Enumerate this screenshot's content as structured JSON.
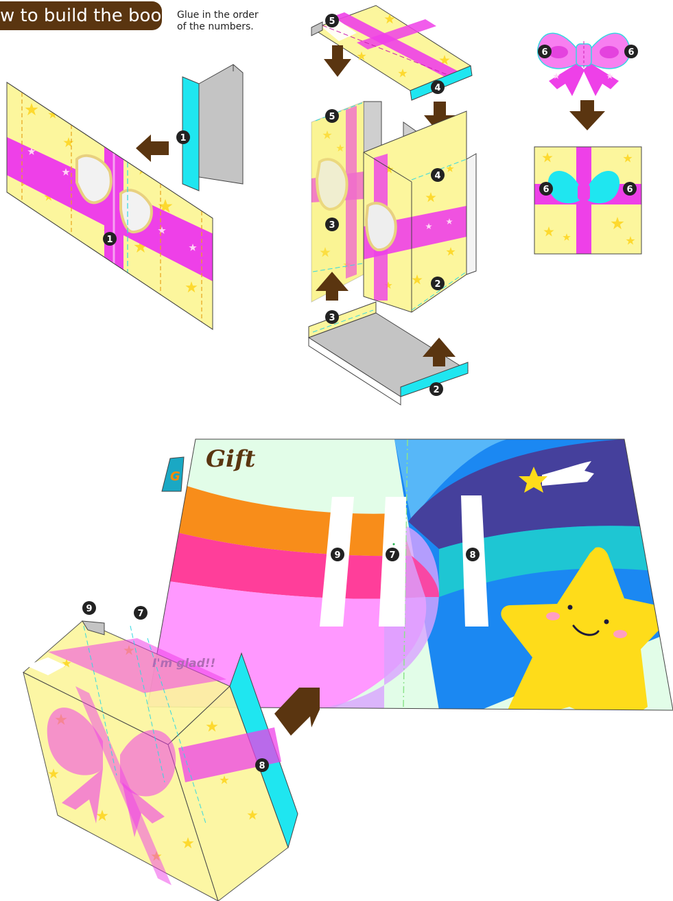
{
  "header": {
    "title": "w to build the book",
    "instruction_line1": "Glue in the order",
    "instruction_line2": "of the numbers."
  },
  "step_numbers": [
    "1",
    "2",
    "3",
    "4",
    "5",
    "6",
    "7",
    "8",
    "9"
  ],
  "card": {
    "title": "Gift",
    "tab_letter": "G",
    "message": "I'm glad!!"
  },
  "colors": {
    "header_brown": "#5a3510",
    "arrow_brown": "#5a3510",
    "paper_yellow": "#fbf59a",
    "ribbon_magenta": "#ee40e8",
    "tab_cyan": "#1fe6f0",
    "fold_gray": "#c4c4c4",
    "sky_navy": "#45409c",
    "sky_blue": "#1b88f2",
    "rainbow_orange": "#f88d1a",
    "rainbow_pink": "#ff3e9a",
    "star_yellow": "#fedc1a"
  },
  "icons": [
    "arrow-left-icon",
    "arrow-down-icon",
    "arrow-up-icon",
    "arrow-diagonal-icon",
    "bow-icon",
    "shooting-star-icon",
    "smiling-star-icon"
  ]
}
